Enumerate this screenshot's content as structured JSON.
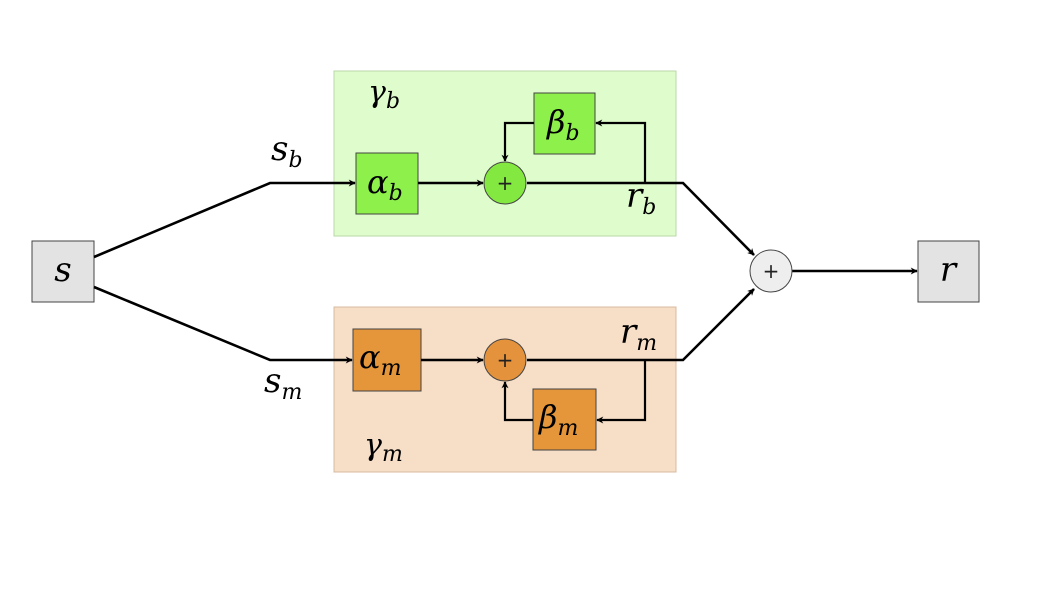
{
  "colors": {
    "b_region": "#dffccc",
    "b_block": "#8ef04a",
    "b_sum": "#83e83f",
    "m_region": "#f6dec7",
    "m_block": "#e5953a",
    "m_sum": "#e4923b",
    "io_block": "#e3e3e3",
    "out_sum": "#eeeeee"
  },
  "nodes": {
    "input": {
      "base": "s",
      "sub": ""
    },
    "output": {
      "base": "r",
      "sub": ""
    },
    "alpha_b": {
      "base": "α",
      "sub": "b"
    },
    "beta_b": {
      "base": "β",
      "sub": "b"
    },
    "gamma_b": {
      "base": "γ",
      "sub": "b"
    },
    "alpha_m": {
      "base": "α",
      "sub": "m"
    },
    "beta_m": {
      "base": "β",
      "sub": "m"
    },
    "gamma_m": {
      "base": "γ",
      "sub": "m"
    },
    "sum_b": "+",
    "sum_m": "+",
    "sum_out": "+"
  },
  "edge_labels": {
    "s_b": {
      "base": "s",
      "sub": "b"
    },
    "s_m": {
      "base": "s",
      "sub": "m"
    },
    "r_b": {
      "base": "r",
      "sub": "b"
    },
    "r_m": {
      "base": "r",
      "sub": "m"
    }
  }
}
